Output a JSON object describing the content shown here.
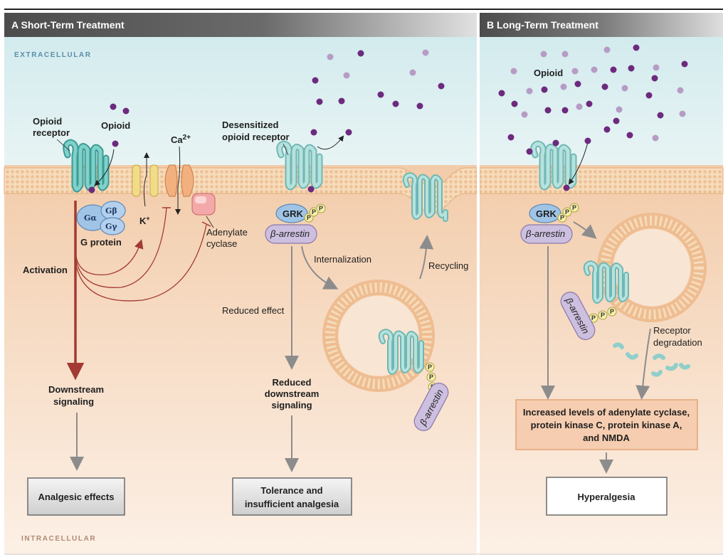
{
  "panels": {
    "a": {
      "title": "A  Short-Term Treatment",
      "extracellular": "EXTRACELLULAR",
      "intracellular": "INTRACELLULAR"
    },
    "b": {
      "title": "B  Long-Term Treatment"
    }
  },
  "labels": {
    "opioid_receptor": [
      "Opioid",
      "receptor"
    ],
    "opioid": "Opioid",
    "ca": "Ca",
    "ca_sup": "2+",
    "k": "K",
    "k_sup": "+",
    "g_alpha": "Gα",
    "g_beta": "Gβ",
    "g_gamma": "Gγ",
    "g_protein": "G protein",
    "adenylate_cyclase": [
      "Adenylate",
      "cyclase"
    ],
    "activation": "Activation",
    "downstream": [
      "Downstream",
      "signaling"
    ],
    "desensitized": [
      "Desensitized",
      "opioid receptor"
    ],
    "grk": "GRK",
    "p": "P",
    "beta_arrestin": "β-arrestin",
    "internalization": "Internalization",
    "recycling": "Recycling",
    "reduced_effect": "Reduced effect",
    "reduced_downstream": [
      "Reduced",
      "downstream",
      "signaling"
    ],
    "receptor_degradation": [
      "Receptor",
      "degradation"
    ],
    "opioid_b": "Opioid"
  },
  "boxes": {
    "analgesic": "Analgesic effects",
    "tolerance": [
      "Tolerance and",
      "insufficient analgesia"
    ],
    "increased": [
      "Increased levels of adenylate cyclase,",
      "protein kinase C, protein kinase A,",
      "and NMDA"
    ],
    "hyperalgesia": "Hyperalgesia"
  },
  "colors": {
    "extracellular": "#deeff0",
    "intracellular_top": "#efbf95",
    "intracellular_bottom": "#fbe9dc",
    "membrane": "#f3d3ab",
    "receptor": "#6cc3be",
    "receptor_light": "#a6dcd8",
    "g_protein": "#9fc4e6",
    "arrestin": "#cdbfdf",
    "opioid": "#6d2a7e",
    "opioid_light": "#b69cc5",
    "activation_arrow": "#a33a33"
  }
}
